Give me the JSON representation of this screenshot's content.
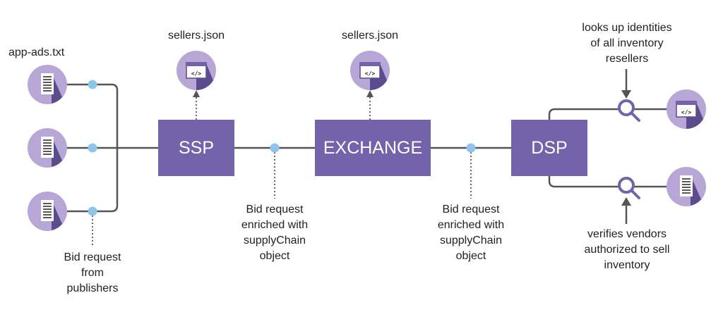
{
  "colors": {
    "accent": "#7462aa",
    "node_light": "#b7a6d6",
    "node_shadow": "#5b4c8d",
    "dot": "#8ec5ea",
    "line": "#555555"
  },
  "labels": {
    "app_ads": "app-ads.txt",
    "sellers_ssp": "sellers.json",
    "sellers_exchange": "sellers.json",
    "lookup": "looks up identities\nof all inventory\nresellers",
    "verify": "verifies vendors\nauthorized to sell\ninventory",
    "publishers": "Bid request\nfrom\npublishers",
    "enriched_1": "Bid request\nenriched with\nsupplyChain\nobject",
    "enriched_2": "Bid request\nenriched with\nsupplyChain\nobject"
  },
  "boxes": {
    "ssp": "SSP",
    "exchange": "EXCHANGE",
    "dsp": "DSP"
  },
  "icons": {
    "doc": "document-icon",
    "code": "code-window-icon",
    "search": "magnifier-icon",
    "code_glyph": "</>"
  }
}
